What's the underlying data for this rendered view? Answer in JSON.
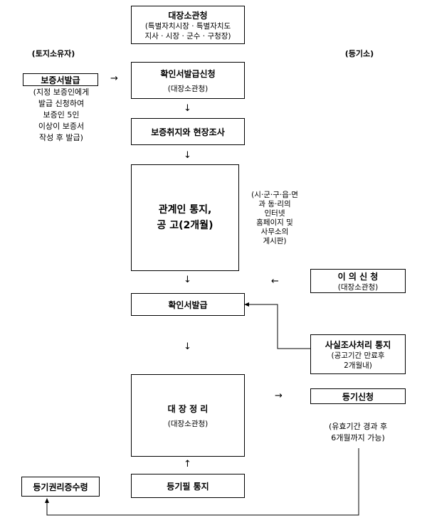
{
  "top_box": {
    "title": "대장소관청",
    "line1": "(특별자치시장 · 특별자치도",
    "line2": "지사 · 시장 · 군수 · 구청장)"
  },
  "left_header": "(토지소유자)",
  "right_header": "(등기소)",
  "guarantee_box": {
    "label": "보증서발급"
  },
  "guarantee_note": [
    "(지정 보증인에게",
    "발급 신청하여",
    "보증인 5인",
    "이상이 보증서",
    "작성 후 발급)"
  ],
  "apply_box": {
    "title": "확인서발급신청",
    "sub": "(대장소관청)"
  },
  "review_box": {
    "label": "보증취지와 현장조사"
  },
  "notice_box": {
    "line1": "관계인 통지,",
    "line2": "공 고(2개월)"
  },
  "notice_note": [
    "(시·군·구·읍·면",
    "과 동·리의",
    "인터넷",
    "홈페이지 및",
    "사무소의",
    "게시판)"
  ],
  "objection_box": {
    "title": "이 의 신 청",
    "sub": "(대장소관청)"
  },
  "issue_box": {
    "label": "확인서발급"
  },
  "fact_box": {
    "title": "사실조사처리 통지",
    "sub1": "(공고기간 만료후",
    "sub2": "2개월내)"
  },
  "ledger_box": {
    "title": "대 장 정 리",
    "sub": "(대장소관청)"
  },
  "registry_apply_box": {
    "label": "등기신청"
  },
  "registry_note": [
    "(유효기간 경과 후",
    "6개월까지 가능)"
  ],
  "completion_box": {
    "label": "등기필 통지"
  },
  "certificate_box": {
    "label": "등기권리증수령"
  },
  "arrows": {
    "right": "→",
    "left": "←",
    "down": "↓",
    "up": "↑"
  }
}
